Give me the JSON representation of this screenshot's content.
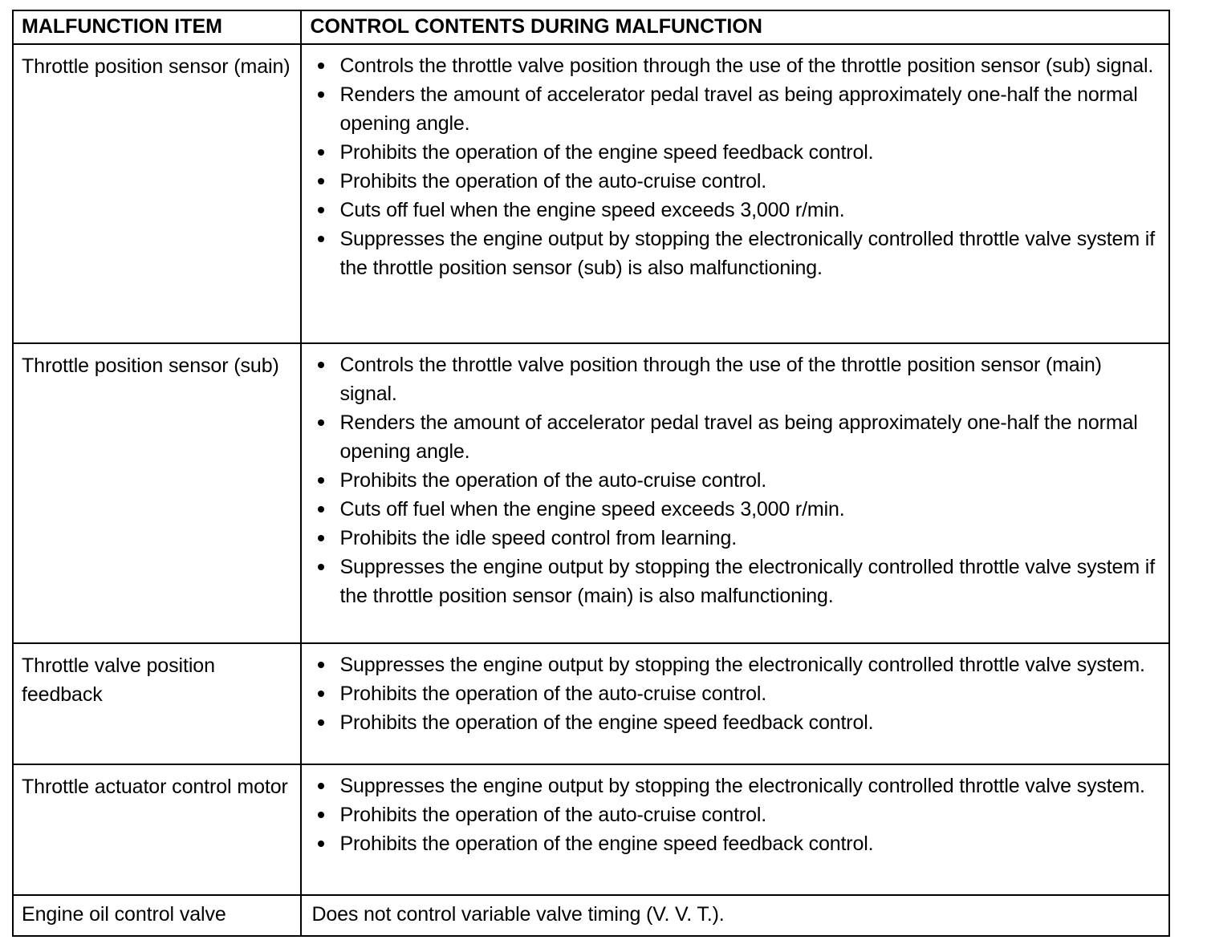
{
  "table": {
    "columns": [
      {
        "key": "item",
        "header": "MALFUNCTION ITEM"
      },
      {
        "key": "contents",
        "header": "CONTROL CONTENTS DURING MALFUNCTION"
      }
    ],
    "rows": [
      {
        "item": "Throttle position sensor (main)",
        "contents_type": "bullets",
        "contents": [
          "Controls the throttle valve position through the use of the throttle position sensor (sub) signal.",
          "Renders the amount of accelerator pedal travel as being approximately one-half the normal opening angle.",
          "Prohibits the operation of the engine speed feedback control.",
          "Prohibits the operation of the auto-cruise control.",
          "Cuts off fuel when the engine speed exceeds 3,000 r/min.",
          "Suppresses the engine output by stopping the electronically controlled throttle valve system if the throttle position sensor (sub) is also malfunctioning."
        ]
      },
      {
        "item": "Throttle position sensor (sub)",
        "contents_type": "bullets",
        "contents": [
          "Controls the throttle valve position through the use of the throttle position sensor (main) signal.",
          "Renders the amount of accelerator pedal travel as being approximately one-half the normal opening angle.",
          "Prohibits the operation of the auto-cruise control.",
          "Cuts off fuel when the engine speed exceeds 3,000 r/min.",
          "Prohibits the idle speed control from learning.",
          "Suppresses the engine output by stopping the electronically controlled throttle valve system if the throttle position sensor (main) is also malfunctioning."
        ]
      },
      {
        "item": "Throttle valve position feedback",
        "contents_type": "bullets",
        "contents": [
          "Suppresses the engine output by stopping the electronically controlled throttle valve system.",
          "Prohibits the operation of the auto-cruise control.",
          "Prohibits the operation of the engine speed feedback control."
        ]
      },
      {
        "item": "Throttle actuator control motor",
        "contents_type": "bullets",
        "contents": [
          "Suppresses the engine output by stopping the electronically controlled throttle valve system.",
          "Prohibits the operation of the auto-cruise control.",
          "Prohibits the operation of the engine speed feedback control."
        ]
      },
      {
        "item": "Engine oil control valve",
        "contents_type": "text",
        "contents": "Does not control variable valve timing (V. V. T.)."
      }
    ]
  },
  "style": {
    "text_color": "#000000",
    "background_color": "#ffffff",
    "border_color": "#000000"
  }
}
